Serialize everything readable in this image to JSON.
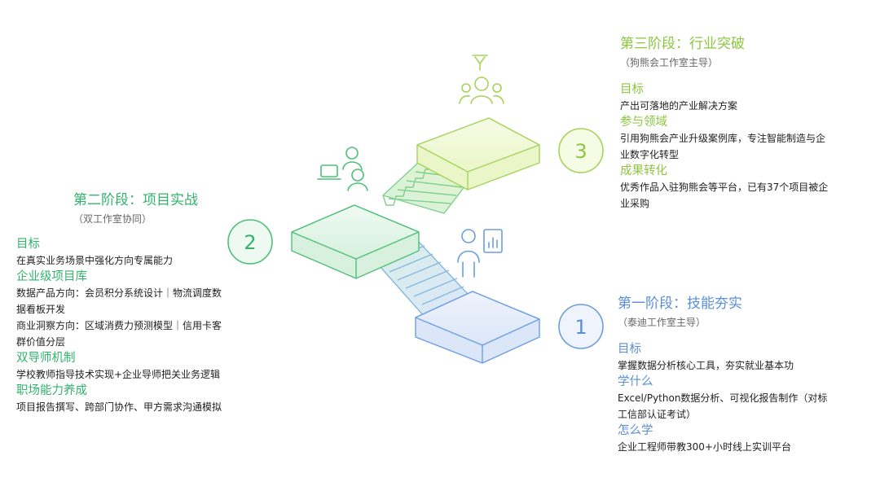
{
  "stage3": {
    "number": "3",
    "title": "第三阶段：行业突破",
    "subtitle": "（狗熊会工作室主导）",
    "sections": [
      {
        "heading": "目标",
        "lines": [
          "产出可落地的产业解决方案"
        ]
      },
      {
        "heading": "参与领域",
        "lines": [
          "引用狗熊会产业升级案例库，专注智能制造与企",
          "业数字化转型"
        ]
      },
      {
        "heading": "成果转化",
        "lines": [
          "优秀作品入驻狗熊会等平台，已有37个项目被企",
          "业采购"
        ]
      }
    ]
  },
  "stage2": {
    "number": "2",
    "title": "第二阶段：项目实战",
    "subtitle": "（双工作室协同）",
    "sections": [
      {
        "heading": "目标",
        "lines": [
          "在真实业务场景中强化方向专属能力"
        ]
      },
      {
        "heading": "企业级项目库",
        "lines": [
          "数据产品方向：会员积分系统设计｜物流调度数",
          "据看板开发",
          "商业洞察方向：区域消费力预测模型｜信用卡客",
          "群价值分层"
        ]
      },
      {
        "heading": "双导师机制",
        "lines": [
          "学校教师指导技术实现+企业导师把关业务逻辑"
        ]
      },
      {
        "heading": "职场能力养成",
        "lines": [
          "项目报告撰写、跨部门协作、甲方需求沟通模拟"
        ]
      }
    ]
  },
  "stage1": {
    "number": "1",
    "title": "第一阶段：技能夯实",
    "subtitle": "（泰迪工作室主导）",
    "sections": [
      {
        "heading": "目标",
        "lines": [
          "掌握数据分析核心工具，夯实就业基本功"
        ]
      },
      {
        "heading": "学什么",
        "lines": [
          "Excel/Python数据分析、可视化报告制作（对标",
          "工信部认证考试）"
        ]
      },
      {
        "heading": "怎么学",
        "lines": [
          "企业工程师带教300+小时线上实训平台"
        ]
      }
    ]
  },
  "colors": {
    "stage1": "#5b8ed8",
    "stage2": "#32b36c",
    "stage3": "#8dc63f"
  },
  "icons": {
    "stage1": "presenter-with-chart-icon",
    "stage2": "people-with-laptop-icon",
    "stage3": "team-with-trophy-icon"
  }
}
